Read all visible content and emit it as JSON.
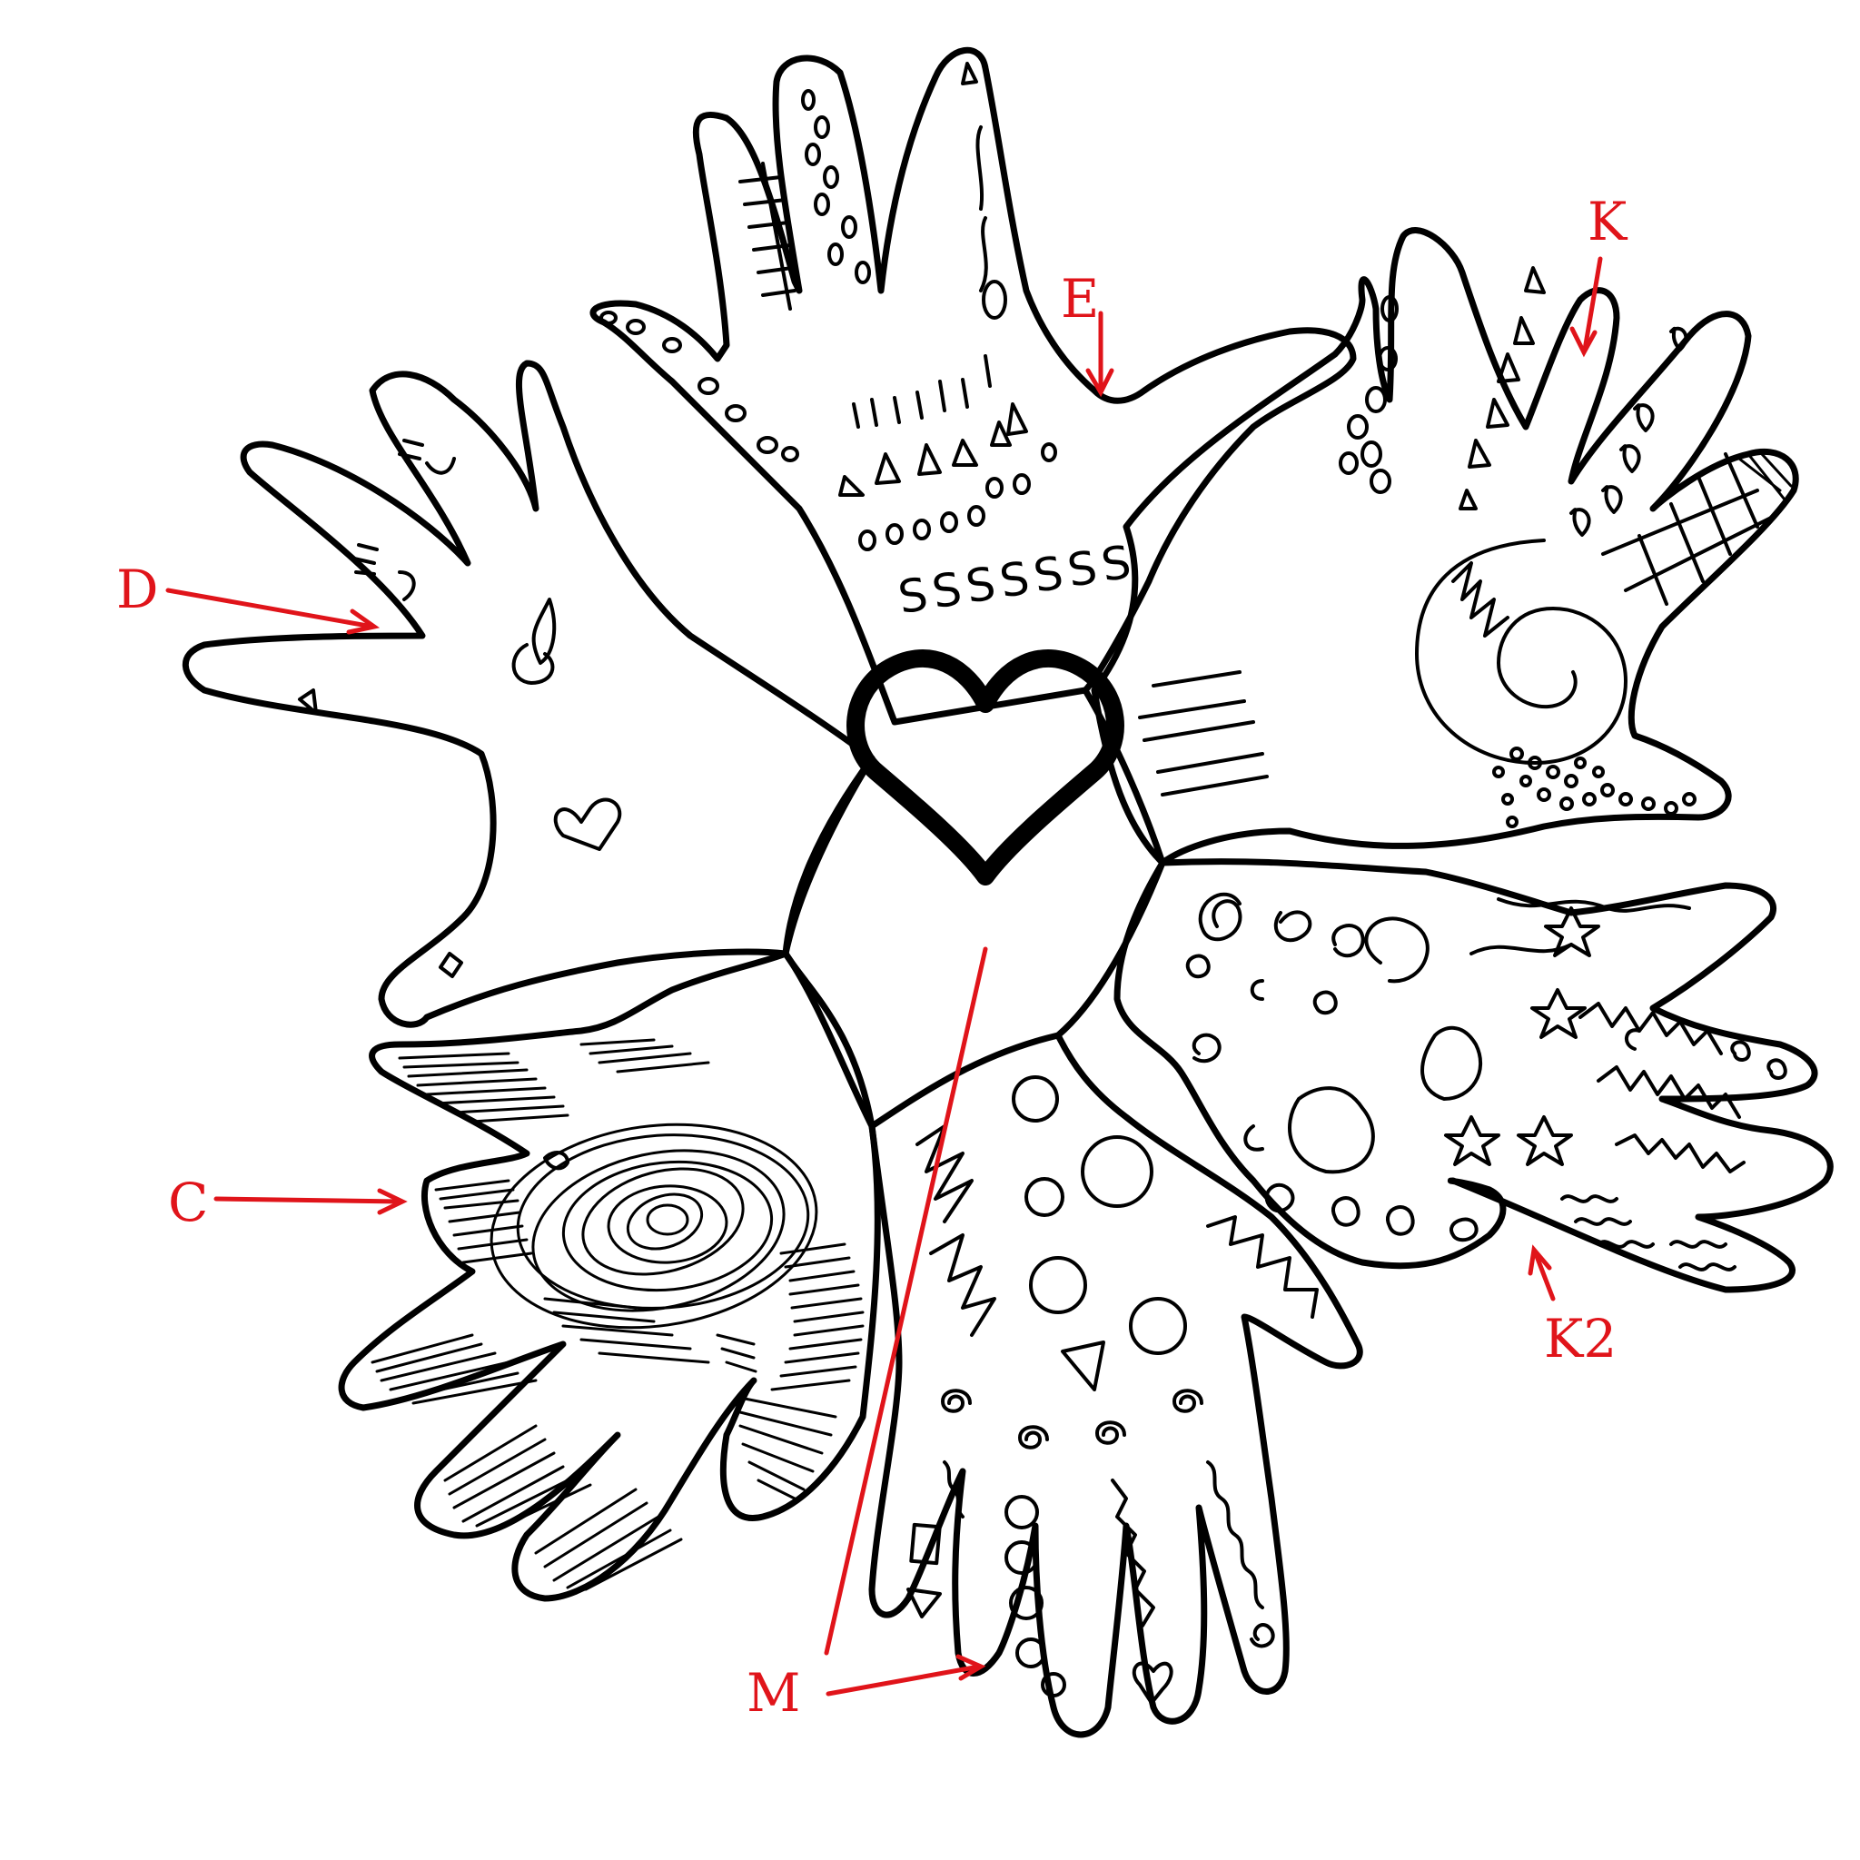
{
  "labels": {
    "e": "E",
    "k": "K",
    "d": "D",
    "c": "C",
    "k2": "K2",
    "m": "M"
  },
  "hand_e_text": "SSSSSSS",
  "colors": {
    "ink": "#000000",
    "annotation": "#e0141a",
    "background": "#ffffff"
  }
}
